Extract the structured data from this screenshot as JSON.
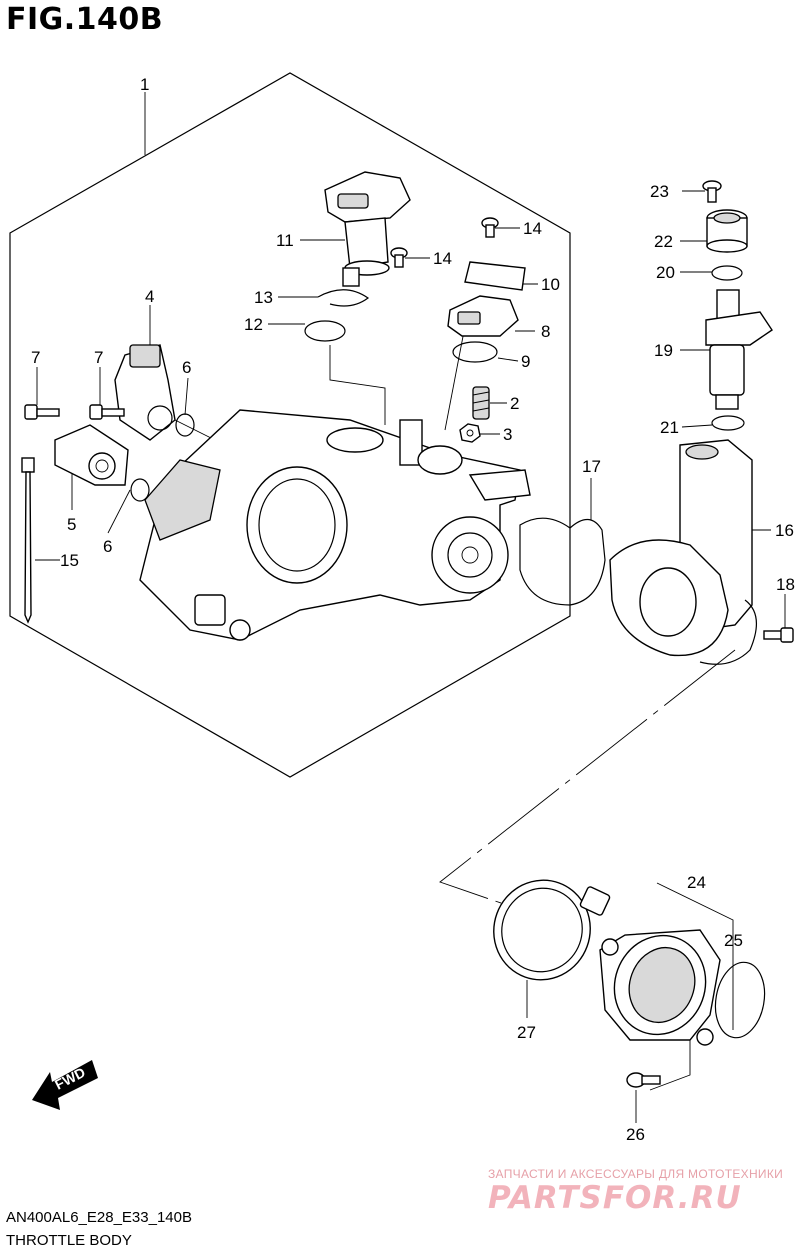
{
  "figure": {
    "title": "FIG.140B",
    "code": "AN400AL6_E28_E33_140B",
    "caption": "THROTTLE BODY"
  },
  "watermark": {
    "tagline": "ЗАПЧАСТИ И АКСЕССУАРЫ ДЛЯ МОТОТЕХНИКИ",
    "logo": "PARTSFOR.RU",
    "color": "#f2b3bb"
  },
  "fwd_arrow": {
    "label": "FWD"
  },
  "callouts": {
    "c1": "1",
    "c2": "2",
    "c3": "3",
    "c4": "4",
    "c5": "5",
    "c6a": "6",
    "c6b": "6",
    "c7a": "7",
    "c7b": "7",
    "c8": "8",
    "c9": "9",
    "c10": "10",
    "c11": "11",
    "c12": "12",
    "c13": "13",
    "c14a": "14",
    "c14b": "14",
    "c15": "15",
    "c16": "16",
    "c17": "17",
    "c18": "18",
    "c19": "19",
    "c20": "20",
    "c21": "21",
    "c22": "22",
    "c23": "23",
    "c24": "24",
    "c25": "25",
    "c26": "26",
    "c27": "27"
  }
}
